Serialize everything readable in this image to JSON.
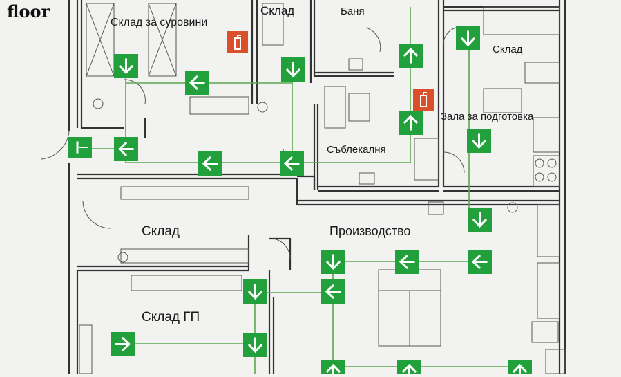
{
  "heading": "floor",
  "rooms": {
    "raw_storage": "Склад за суровини",
    "storage_top": "Склад",
    "bath": "Баня",
    "storage_right": "Склад",
    "prep_hall": "Зала за подготовка",
    "changing_room": "Съблекалня",
    "storage_mid": "Склад",
    "production": "Производство",
    "finished_goods_storage": "Склад ГП"
  },
  "colors": {
    "exit_sign": "#22a03c",
    "escape_route": "#5aa84c",
    "fire_extinguisher": "#d9502a",
    "wall": "#333333"
  },
  "icons": {
    "exit_sign": "evacuation-arrow-icon",
    "extinguisher": "fire-extinguisher-icon"
  }
}
